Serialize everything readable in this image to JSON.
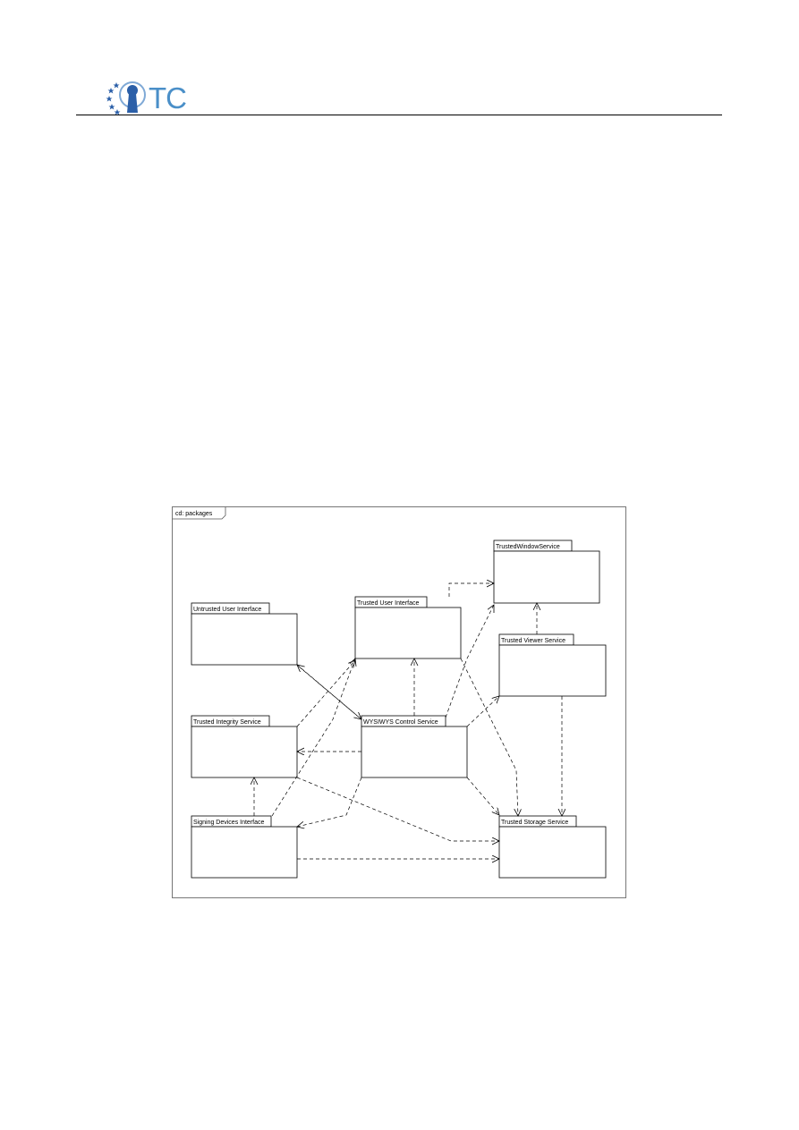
{
  "header": {
    "logo_text": "TC",
    "logo_icon": "keyhole-stars-icon",
    "brand_color": "#4a8fc8"
  },
  "diagram": {
    "frame_label": "cd: packages",
    "packages": {
      "untrusted_ui": "Untrusted User Interface",
      "trusted_ui": "Trusted User Interface",
      "trusted_window": "TrustedWindowService",
      "trusted_viewer": "Trusted Viewer Service",
      "trusted_integrity": "Trusted Integrity Service",
      "wysiwys_control": "WYSIWYS Control Service",
      "signing_devices": "Signing Devices Interface",
      "trusted_storage": "Trusted Storage Service"
    }
  }
}
